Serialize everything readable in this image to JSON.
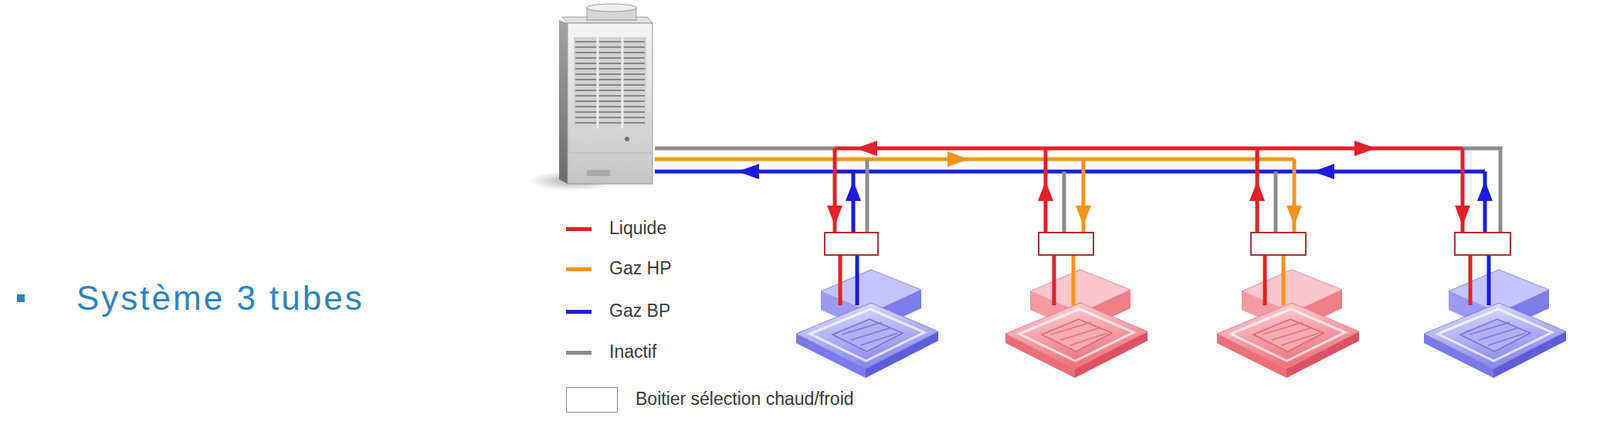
{
  "diagram": {
    "title": "Système 3 tubes",
    "legend": [
      {
        "text": "Liquide",
        "color": "#e52027"
      },
      {
        "text": "Gaz HP",
        "color": "#f7941d"
      },
      {
        "text": "Gaz BP",
        "color": "#1b1be0"
      },
      {
        "text": "Inactif",
        "color": "#8c8c8c"
      },
      {
        "text": "Boitier sélection chaud/froid"
      }
    ]
  }
}
